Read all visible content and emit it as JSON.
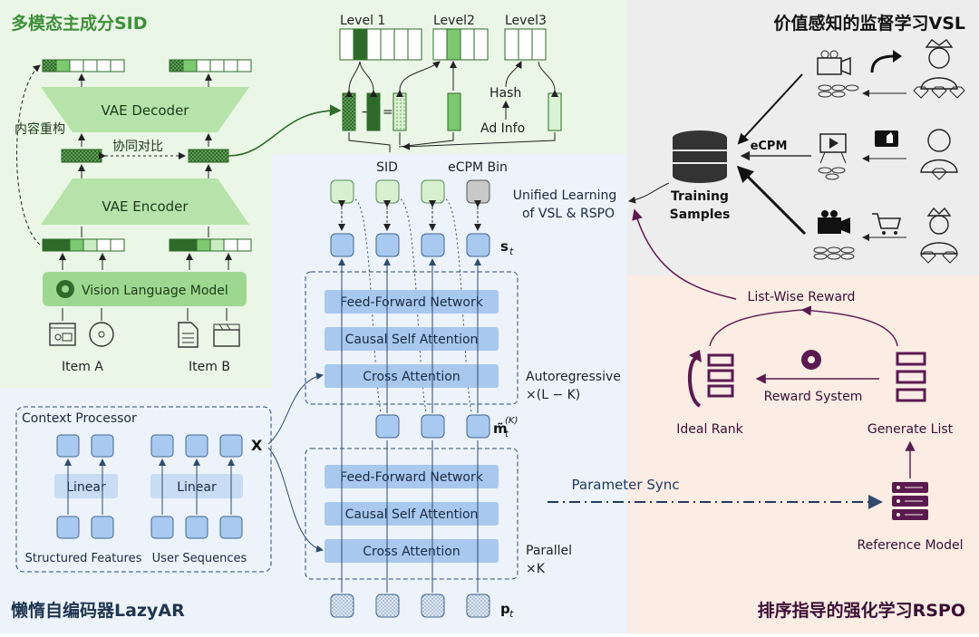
{
  "panels": {
    "sid": {
      "title": "多模态主成分SID",
      "color": "#3f8f3a"
    },
    "vsl": {
      "title": "价值感知的监督学习VSL"
    },
    "lazyar": {
      "title": "懒惰自编码器LazyAR"
    },
    "rspo": {
      "title": "排序指导的强化学习RSPO"
    }
  },
  "sid_module": {
    "decoder": "VAE Decoder",
    "encoder": "VAE Encoder",
    "vlm": "Vision Language Model",
    "recon": "内容重构",
    "contrast": "协同对比",
    "item_a": "Item A",
    "item_b": "Item B",
    "levels": [
      "Level 1",
      "Level2",
      "Level3"
    ],
    "hash": "Hash",
    "ad_info": "Ad Info",
    "minus": "−",
    "equals": "="
  },
  "lazyar_module": {
    "sid_label": "SID",
    "ecpm_bin": "eCPM Bin",
    "st": "s",
    "st_sub": "t",
    "ffn": "Feed-Forward Network",
    "csa": "Causal Self Attention",
    "ca": "Cross Attention",
    "autoregressive": "Autoregressive",
    "autoregressive_times": "×(L − K)",
    "parallel": "Parallel",
    "parallel_times": "×K",
    "m_hat": "m̃",
    "m_sub": "t",
    "m_sup": "(K)",
    "pt": "p",
    "pt_sub": "t",
    "x_label": "X",
    "context_processor": "Context Processor",
    "linear": "Linear",
    "structured": "Structured Features",
    "user_seq": "User Sequences"
  },
  "vsl_module": {
    "training_samples_1": "Training",
    "training_samples_2": "Samples",
    "ecpm": "eCPM",
    "unified_1": "Unified Learning",
    "unified_2": "of VSL & RSPO"
  },
  "rspo_module": {
    "list_reward": "List-Wise Reward",
    "ideal_rank": "Ideal Rank",
    "generate_list": "Generate List",
    "reward_system": "Reward System",
    "param_sync": "Parameter Sync",
    "reference_model": "Reference Model"
  },
  "colors": {
    "green_dark": "#2e6b2a",
    "green_mid": "#7cc96f",
    "green_light": "#c9ecc0",
    "blue_box": "#a9c8ee",
    "blue_node": "#a8c9f0",
    "purple": "#5a1a4f",
    "navy": "#223a5e"
  }
}
